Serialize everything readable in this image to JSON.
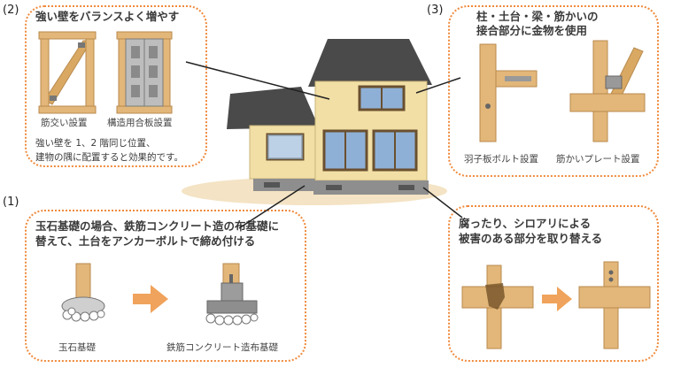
{
  "colors": {
    "accent": "#f08a3c",
    "wood": "#e2b779",
    "wood_dark": "#b98a4d",
    "concrete": "#8e8e8e",
    "wall": "#f2dfa5",
    "roof": "#4a4a4a"
  },
  "panel2": {
    "number": "(2)",
    "title": "強い壁をバランスよく増やす",
    "caption_left": "筋交い設置",
    "caption_right": "構造用合板設置",
    "note_line1": "強い壁を 1、2 階同じ位置、",
    "note_line2": "建物の隅に配置すると効果的です。"
  },
  "panel1": {
    "number": "(1)",
    "title_line1": "玉石基礎の場合、鉄筋コンクリート造の布基礎に",
    "title_line2": "替えて、土台をアンカーボルトで締め付ける",
    "caption_left": "玉石基礎",
    "caption_right": "鉄筋コンクリート造布基礎"
  },
  "panel3": {
    "number": "(3)",
    "title_line1": "柱・土台・梁・筋かいの",
    "title_line2": "接合部分に金物を使用",
    "caption_left": "羽子板ボルト設置",
    "caption_right": "筋かいプレート設置"
  },
  "panel4": {
    "title_line1": "腐ったり、シロアリによる",
    "title_line2": "被害のある部分を取り替える"
  }
}
